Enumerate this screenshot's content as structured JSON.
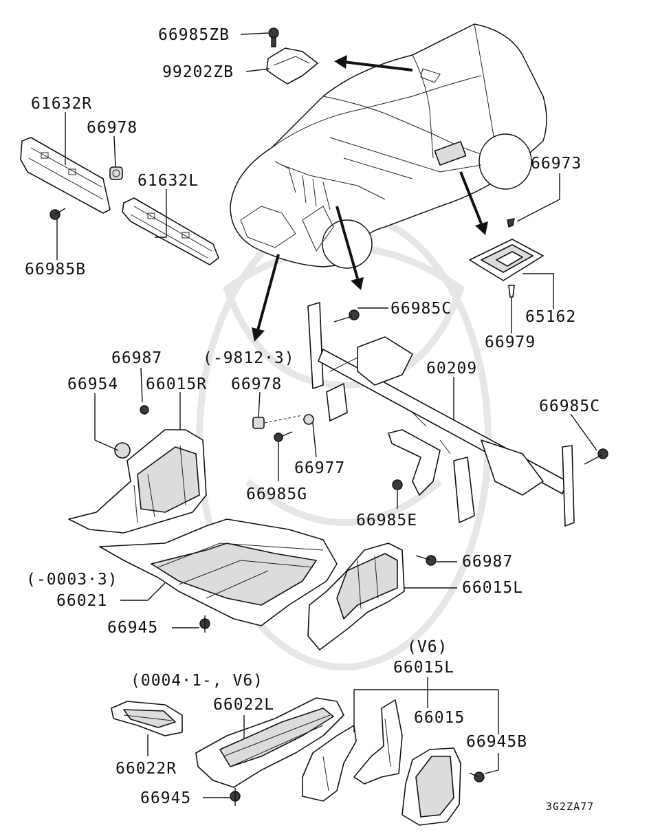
{
  "diagram": {
    "code": "3G2ZA77",
    "labels": {
      "p66985ZB": "66985ZB",
      "p99202ZB": "99202ZB",
      "p61632R": "61632R",
      "p66978_top": "66978",
      "p61632L": "61632L",
      "p66985B": "66985B",
      "p66973": "66973",
      "p65162": "65162",
      "p66979": "66979",
      "p66985C_top": "66985C",
      "p60209": "60209",
      "p66985C_right": "66985C",
      "p66987_top": "66987",
      "p66954": "66954",
      "p66015R": "66015R",
      "note_9812": "(-9812·3)",
      "p66978_mid": "66978",
      "p66977": "66977",
      "p66985G": "66985G",
      "p66985E": "66985E",
      "p66987_mid": "66987",
      "p66015L_mid": "66015L",
      "note_0003": "(-0003·3)",
      "p66021": "66021",
      "p66945_mid": "66945",
      "note_v6": "(V6)",
      "p66015L_bottom": "66015L",
      "note_0004": "(0004·1-, V6)",
      "p66022L": "66022L",
      "p66015": "66015",
      "p66945B": "66945B",
      "p66022R": "66022R",
      "p66945_bottom": "66945"
    }
  }
}
